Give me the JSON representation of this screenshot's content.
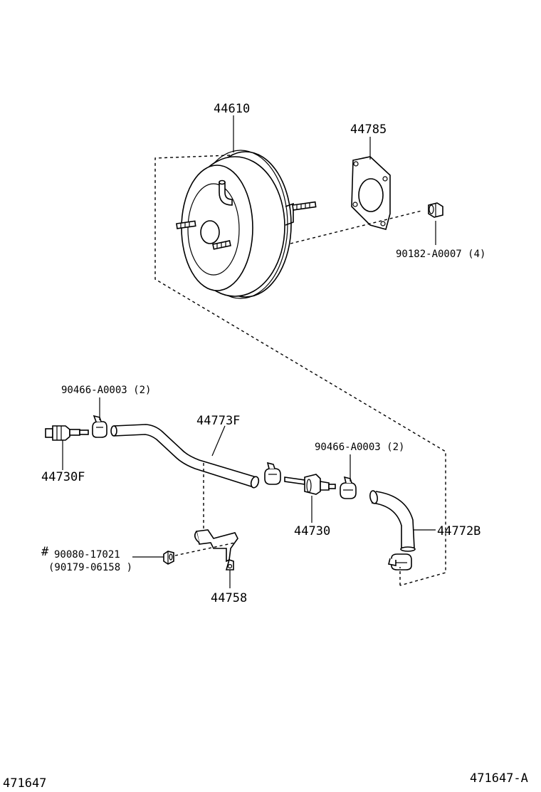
{
  "labels": {
    "booster": "44610",
    "gasket": "44785",
    "nut": "90182-A0007 (4)",
    "clip_left": "90466-A0003 (2)",
    "hose_f": "44773F",
    "check_valve_f": "44730F",
    "clip_right": "90466-A0003 (2)",
    "check_valve": "44730",
    "hose_b": "44772B",
    "bolt_mark": "#",
    "bolt": "90080-17021",
    "bolt_alt": "(90179-06158 )",
    "bracket": "44758"
  },
  "footer": {
    "left_code": "471647",
    "right_code": "471647-A"
  }
}
